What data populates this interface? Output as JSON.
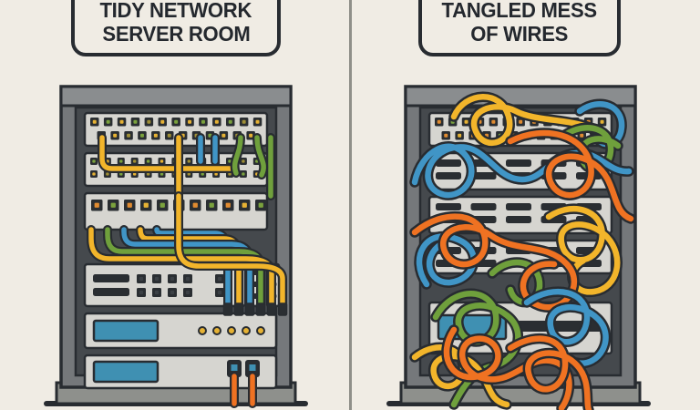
{
  "scene": {
    "description": "Cartoon comparison of a tidy network server rack versus a rack with a tangled mess of wires, separated by a vertical divider line"
  },
  "titles": {
    "left": {
      "line1": "TIDY NETWORK",
      "line2": "SERVER ROOM"
    },
    "right": {
      "line1": "TANGLED MESS",
      "line2": "OF WIRES"
    }
  },
  "left_rack": {
    "name": "tidy-server-rack",
    "patch_panels": 3,
    "switch_units": 1,
    "server_units": 2,
    "status_led_count": 5,
    "display_panels": 2,
    "cable_colors": [
      "yellow",
      "green",
      "blue",
      "orange"
    ],
    "cable_style": "neatly routed right-angle bundles ending in plugs"
  },
  "right_rack": {
    "name": "tangled-server-rack",
    "vented_panels": 4,
    "server_units": 1,
    "display_panels": 1,
    "cable_colors": [
      "orange",
      "blue",
      "yellow",
      "green"
    ],
    "cable_style": "chaotic overlapping loops spilling over the rack base"
  },
  "colors": {
    "background": "#f0ece4",
    "outline": "#282c31",
    "divider": "#8f8f89",
    "frame": "#8a8d8f",
    "rail": "#75787b",
    "interior": "#45494d",
    "panel-face": "#d6d5d0",
    "port": "#2a2e32",
    "port-empty": "#3b4045",
    "screen-blue": "#3f90b2",
    "base": "#8e908c",
    "led-yellow": "#e6b234",
    "led-green": "#7aa23d",
    "led-olive": "#9f8f36",
    "dot-orange": "#e08b30",
    "cable-yellow": "#f2b52b",
    "cable-blue": "#4095c6",
    "cable-green": "#6fa03c",
    "cable-orange": "#ef7222",
    "title-text": "#24282e"
  }
}
